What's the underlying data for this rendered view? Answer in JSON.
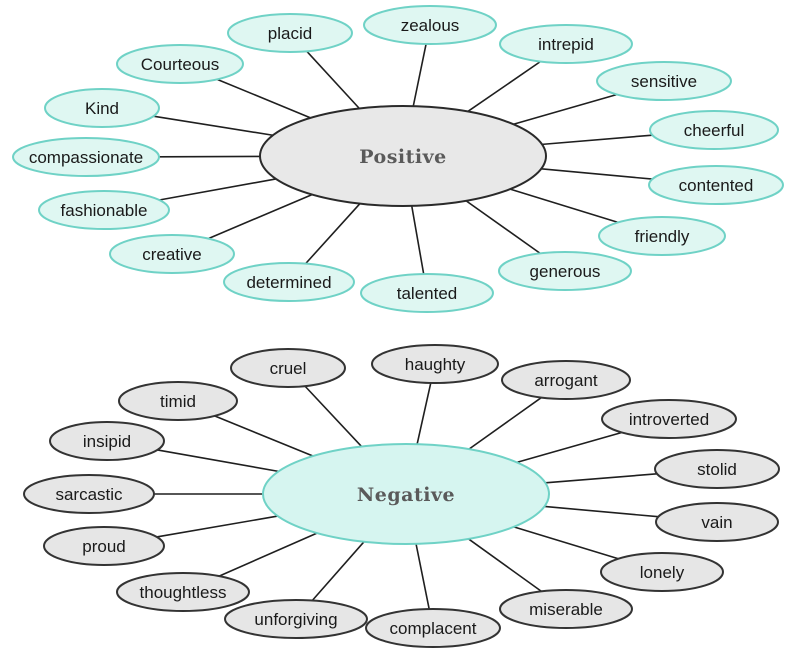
{
  "colors": {
    "positive_fill": "#dff7f2",
    "positive_stroke": "#6fd2c6",
    "positive_hub_fill": "#e8e8e8",
    "positive_hub_stroke": "#2a2a2a",
    "negative_fill": "#e6e6e6",
    "negative_stroke": "#333333",
    "negative_hub_fill": "#d6f5f0",
    "negative_hub_stroke": "#6fd2c6"
  },
  "positive": {
    "label": "Positive",
    "words": [
      "placid",
      "zealous",
      "intrepid",
      "sensitive",
      "cheerful",
      "contented",
      "friendly",
      "generous",
      "talented",
      "determined",
      "creative",
      "fashionable",
      "compassionate",
      "Kind",
      "Courteous"
    ]
  },
  "negative": {
    "label": "Negative",
    "words": [
      "cruel",
      "haughty",
      "arrogant",
      "introverted",
      "stolid",
      "vain",
      "lonely",
      "miserable",
      "complacent",
      "unforgiving",
      "thoughtless",
      "proud",
      "sarcastic",
      "insipid",
      "timid"
    ]
  }
}
